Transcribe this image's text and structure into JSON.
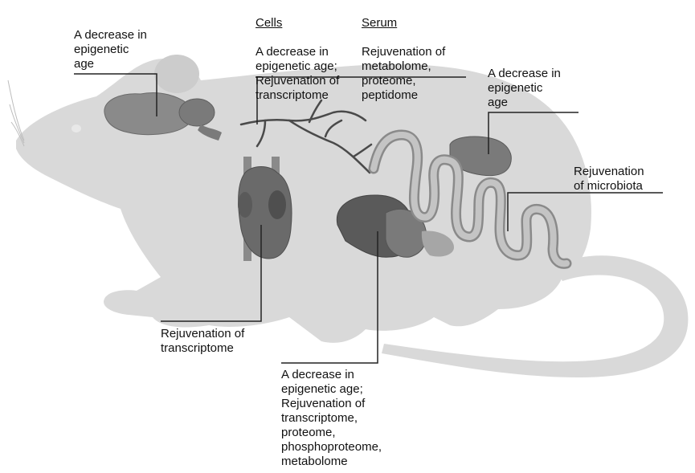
{
  "labels": {
    "brain": "A decrease in\nepigenetic\nage",
    "cells": {
      "heading": "Cells",
      "body": "A decrease in\nepigenetic age;\nRejuvenation of\ntranscriptome"
    },
    "serum": {
      "heading": "Serum",
      "body": "Rejuvenation of\nmetabolome,\nproteome,\npeptidome"
    },
    "kidney": "A decrease in\nepigenetic\nage",
    "intestine": "Rejuvenation\nof  microbiota",
    "heart": "Rejuvenation of\ntranscriptome",
    "liver": "A decrease in\nepigenetic age;\nRejuvenation of\ntranscriptome,\nproteome,\nphosphoproteome,\nmetabolome"
  },
  "colors": {
    "body": "#d9d9d9",
    "organ_dark": "#5f5f5f",
    "organ_mid": "#8a8a8a",
    "organ_light": "#b3b3b3",
    "line": "#222222"
  }
}
